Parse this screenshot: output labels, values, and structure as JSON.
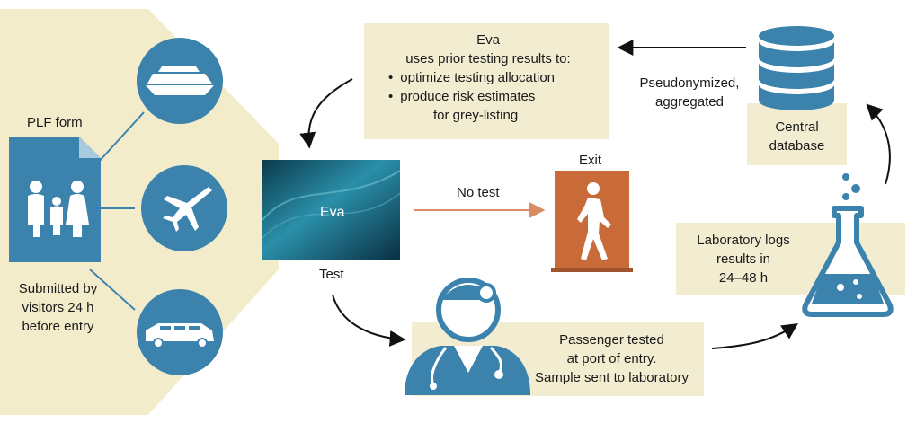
{
  "plf": {
    "title": "PLF form",
    "submitted": [
      "Submitted by",
      "visitors 24 h",
      "before entry"
    ]
  },
  "eva_box": {
    "title": "Eva",
    "intro": "uses prior testing results to:",
    "bullet_1": "optimize testing allocation",
    "bullet_2": "produce risk estimates",
    "bullet_2_cont": "for grey-listing"
  },
  "pseudonymized": [
    "Pseudonymized,",
    "aggregated"
  ],
  "central_db": [
    "Central",
    "database"
  ],
  "eva_screen": {
    "label": "Eva"
  },
  "no_test": "No test",
  "exit": "Exit",
  "test": "Test",
  "lab": [
    "Laboratory logs",
    "results in",
    "24–48 h"
  ],
  "passenger": [
    "Passenger tested",
    "at port of entry.",
    "Sample sent to laboratory"
  ],
  "colors": {
    "beige": "#f3eccb",
    "box": "#f2edd1",
    "icon_blue": "#3b82ad",
    "exit_orange": "#c96a39",
    "arrow": "#111111",
    "orange_arrow": "#d98b62"
  }
}
